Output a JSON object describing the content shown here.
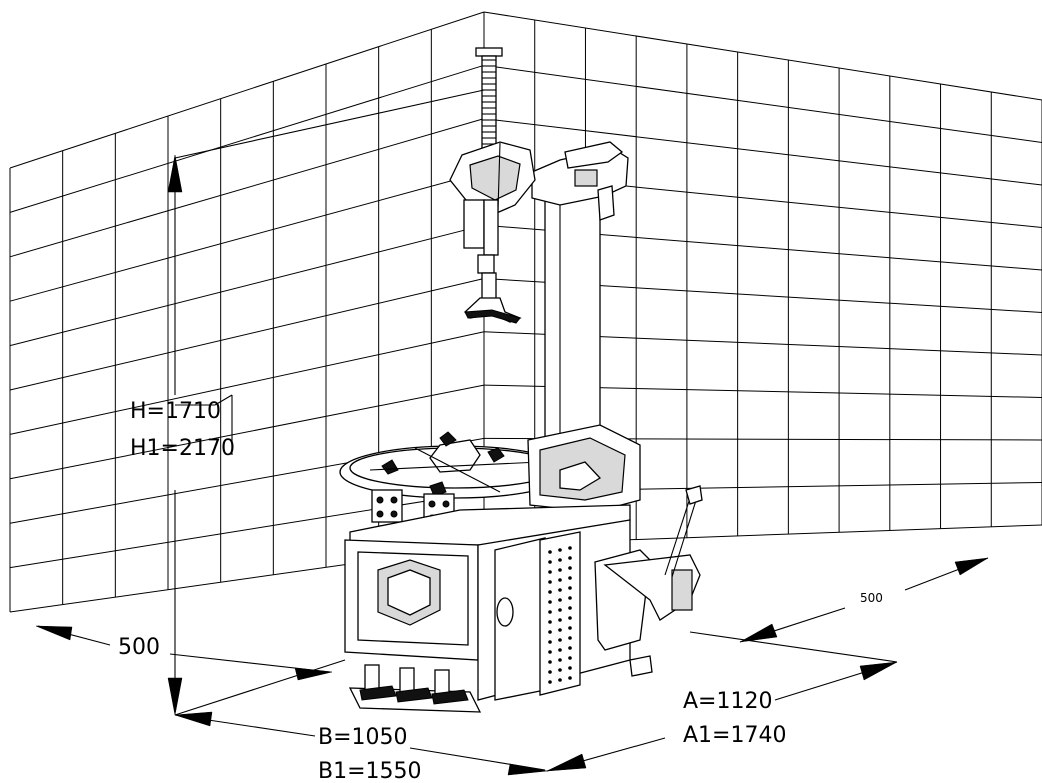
{
  "dimensions": {
    "height": "H=1710",
    "height_alt": "H1=2170",
    "left_clearance": "500",
    "right_clearance": "500",
    "width": "B=1050",
    "width_alt": "B1=1550",
    "depth": "A=1120",
    "depth_alt": "A1=1740"
  },
  "colors": {
    "line": "#000000",
    "background": "#ffffff",
    "shade": "#d9d9d9"
  }
}
